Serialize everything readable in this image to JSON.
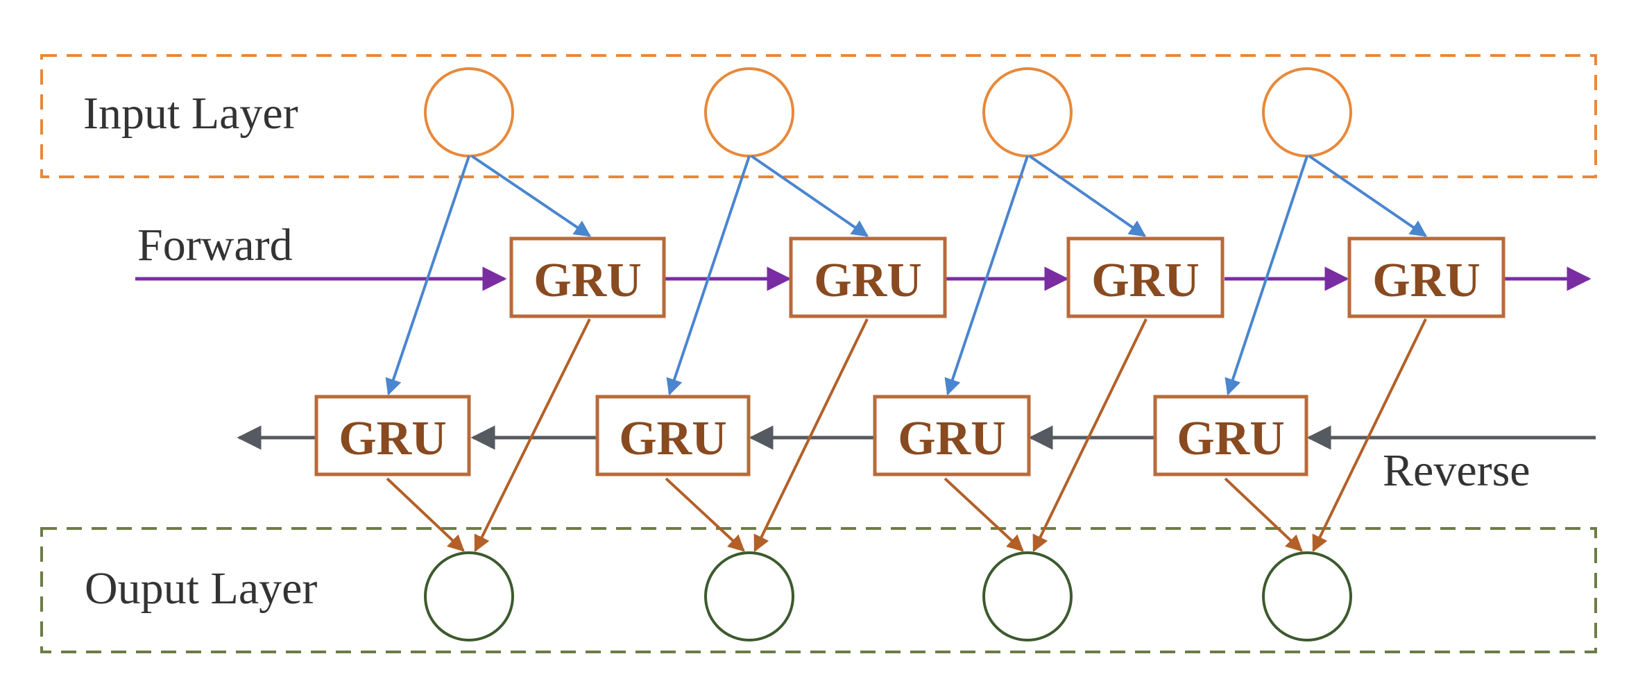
{
  "labels": {
    "input_layer": "Input Layer",
    "output_layer": "Ouput Layer",
    "forward": "Forward",
    "reverse": "Reverse"
  },
  "gru_label": "GRU",
  "forward_cells": [
    "GRU",
    "GRU",
    "GRU",
    "GRU"
  ],
  "reverse_cells": [
    "GRU",
    "GRU",
    "GRU",
    "GRU"
  ],
  "colors": {
    "input": "#e8883a",
    "output": "#3d5a2e",
    "output_box": "#6b7d45",
    "gru_border": "#b86a3a",
    "gru_text": "#8a4a20",
    "forward_arrow": "#7a2da0",
    "reverse_arrow": "#555a60",
    "input_arrow": "#4a86d0",
    "output_arrow": "#b25f28"
  }
}
